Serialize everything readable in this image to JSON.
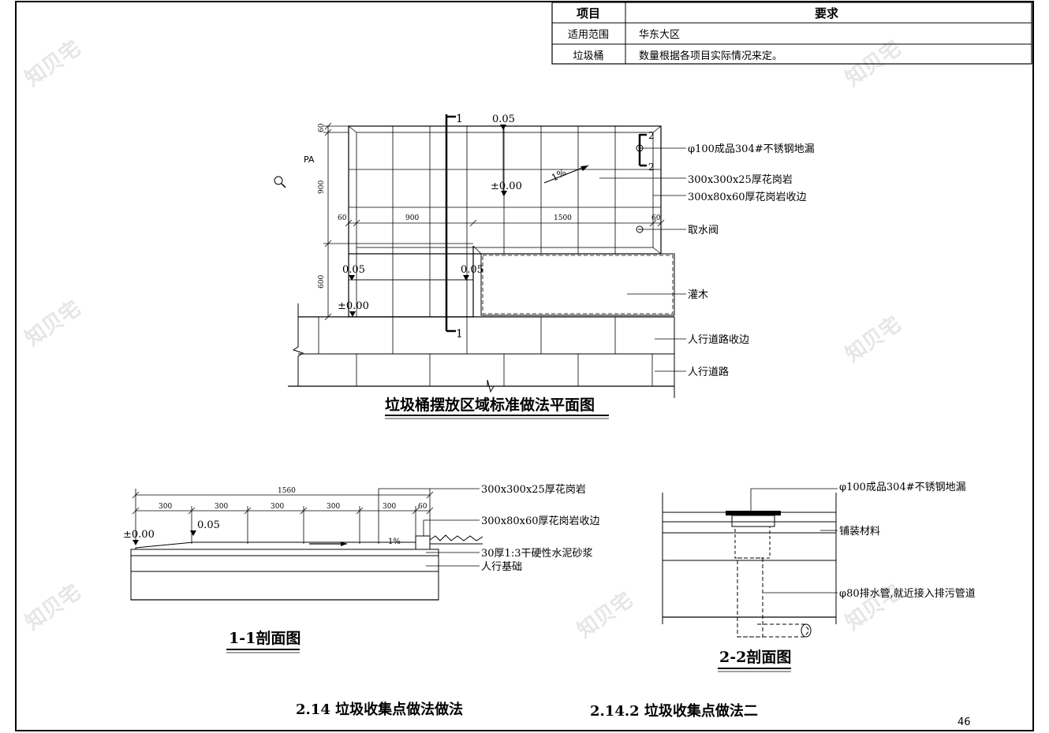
{
  "table": {
    "header_item": "项目",
    "header_requirement": "要求",
    "rows": [
      {
        "item": "适用范围",
        "requirement": "华东大区"
      },
      {
        "item": "垃圾桶",
        "requirement": "数量根据各项目实际情况来定。"
      }
    ]
  },
  "plan": {
    "title": "垃圾桶摆放区域标准做法平面图",
    "pa_label": "PA",
    "section1_mark": "1",
    "section2_mark": "2",
    "elev_top": "0.05",
    "elev_zero": "±0.00",
    "elev_left": "0.05",
    "elev_left_zero": "±0.00",
    "elev_mid": "0.05",
    "slope": "1%",
    "dims": {
      "v60": "60",
      "v900": "900",
      "v600": "600",
      "h60": "60",
      "h900": "900",
      "h1500": "1500",
      "h60r": "60"
    },
    "callouts": [
      "φ100成品304#不锈钢地漏",
      "300x300x25厚花岗岩",
      "300x80x60厚花岗岩收边",
      "取水阀",
      "灌木",
      "人行道路收边",
      "人行道路"
    ]
  },
  "section1": {
    "title": "1-1剖面图",
    "total": "1560",
    "segments": [
      "300",
      "300",
      "300",
      "300",
      "300",
      "60"
    ],
    "elev_zero": "±0.00",
    "elev": "0.05",
    "slope": "1%",
    "callouts": [
      "300x300x25厚花岗岩",
      "300x80x60厚花岗岩收边",
      "30厚1:3干硬性水泥砂浆",
      "人行基础"
    ]
  },
  "section2": {
    "title": "2-2剖面图",
    "callouts": [
      "φ100成品304#不锈钢地漏",
      "铺装材料",
      "φ80排水管,就近接入排污管道"
    ]
  },
  "captions": {
    "left": "2.14 垃圾收集点做法做法",
    "right": "2.14.2 垃圾收集点做法二"
  },
  "page_number": "46",
  "watermark": "知贝宅"
}
